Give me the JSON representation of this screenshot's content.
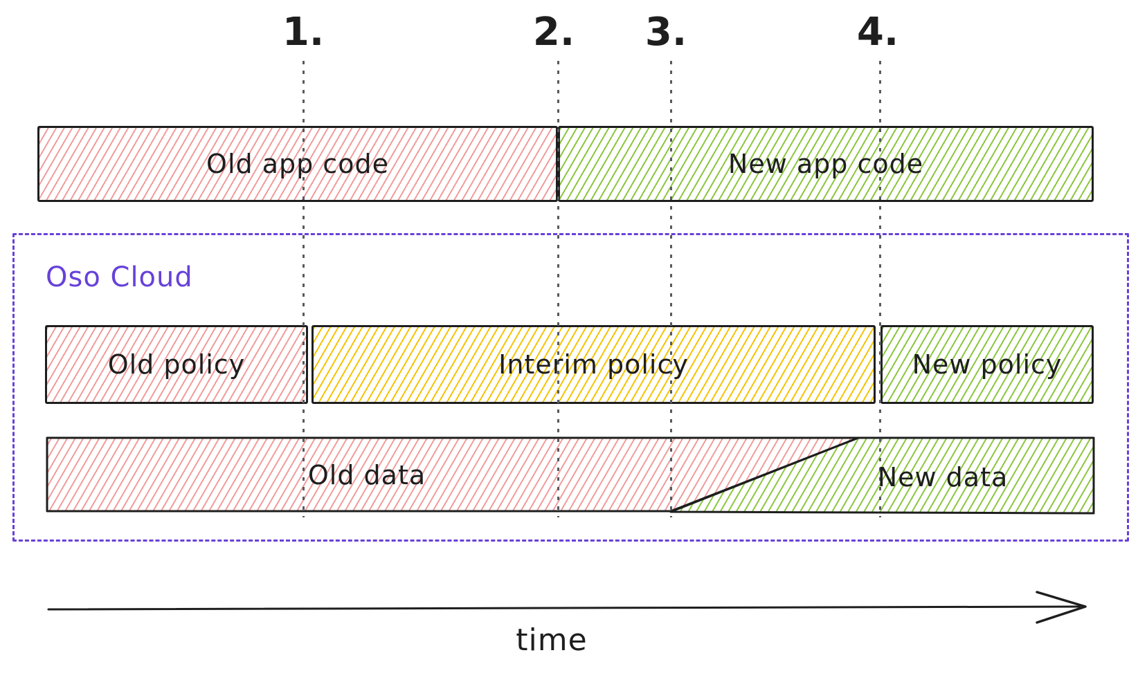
{
  "milestones": [
    {
      "label": "1."
    },
    {
      "label": "2."
    },
    {
      "label": "3."
    },
    {
      "label": "4."
    }
  ],
  "bars": {
    "app_code": {
      "old": "Old app code",
      "new": "New app code"
    },
    "policy": {
      "old": "Old policy",
      "interim": "Interim policy",
      "new": "New policy"
    },
    "data": {
      "old": "Old data",
      "new": "New data"
    }
  },
  "container": {
    "label": "Oso Cloud"
  },
  "axis": {
    "label": "time"
  },
  "colors": {
    "red": "#f09c9c",
    "green": "#8cc63e",
    "yellow": "#f5c400",
    "purple": "#6741d9",
    "ink": "#1e1e1e",
    "gray": "#575b60"
  }
}
